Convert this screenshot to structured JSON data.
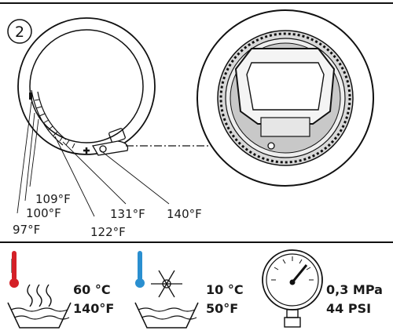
{
  "step_number": "2",
  "temperature_scale_labels": [
    "97°F",
    "100°F",
    "109°F",
    "122°F",
    "131°F",
    "140°F"
  ],
  "hot": {
    "celsius": "60 °C",
    "fahrenheit": "140°F"
  },
  "cold": {
    "celsius": "10 °C",
    "fahrenheit": "50°F"
  },
  "pressure": {
    "mpa": "0,3 MPa",
    "psi": "44 PSI"
  },
  "colors": {
    "hot_thermometer": "#d42027",
    "cold_thermometer": "#2a8fd0",
    "line": "#111111"
  }
}
